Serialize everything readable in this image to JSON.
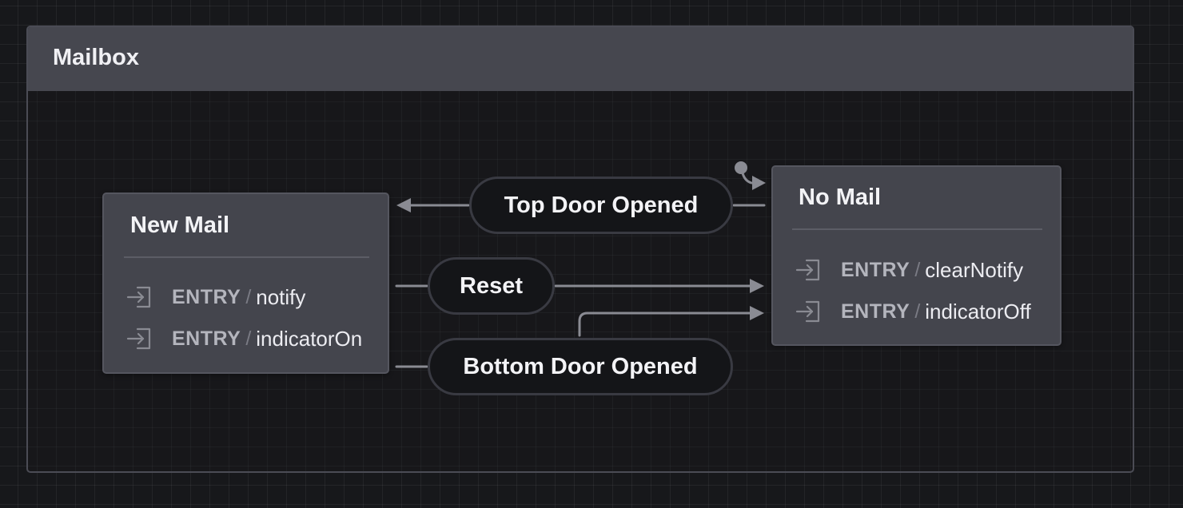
{
  "canvas": {
    "background_color": "#17181b",
    "grid": true
  },
  "machine": {
    "title": "Mailbox",
    "header_color": "#46474f",
    "border_color": "#4b4c55"
  },
  "states": {
    "new_mail": {
      "title": "New Mail",
      "actions": [
        {
          "kind": "ENTRY",
          "separator": "/",
          "name": "notify"
        },
        {
          "kind": "ENTRY",
          "separator": "/",
          "name": "indicatorOn"
        }
      ]
    },
    "no_mail": {
      "title": "No Mail",
      "initial": true,
      "actions": [
        {
          "kind": "ENTRY",
          "separator": "/",
          "name": "clearNotify"
        },
        {
          "kind": "ENTRY",
          "separator": "/",
          "name": "indicatorOff"
        }
      ]
    }
  },
  "transitions": [
    {
      "event": "Top Door Opened",
      "from": "No Mail",
      "to": "New Mail"
    },
    {
      "event": "Reset",
      "from": "New Mail",
      "to": "No Mail"
    },
    {
      "event": "Bottom Door Opened",
      "from": "New Mail",
      "to": "No Mail"
    }
  ],
  "icons": {
    "entry_action": "entry-arrow-icon",
    "initial_marker": "initial-state-icon"
  },
  "colors": {
    "state_fill": "#44454d",
    "event_fill": "#141518",
    "edge": "#8a8b93",
    "text": "#ececf1"
  }
}
